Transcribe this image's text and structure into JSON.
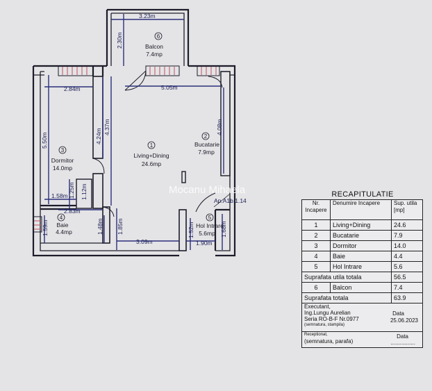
{
  "watermark": "Mocanu Mihaela",
  "rooms": {
    "balcon": {
      "num": "6",
      "name": "Balcon",
      "area": "7.4mp"
    },
    "living": {
      "num": "1",
      "name": "Living+Dining",
      "area": "24.6mp"
    },
    "bucatarie": {
      "num": "2",
      "name": "Bucatarie",
      "area": "7.9mp"
    },
    "dormitor": {
      "num": "3",
      "name": "Dormitor",
      "area": "14.0mp"
    },
    "baie": {
      "num": "4",
      "name": "Baie",
      "area": "4.4mp"
    },
    "hol": {
      "num": "5",
      "name": "Hol Intrare",
      "area": "5.6mp"
    }
  },
  "dimensions": {
    "balcon_w": "3.23m",
    "balcon_h": "2.30m",
    "dorm_w": "2.84m",
    "living_w": "5.05m",
    "dorm_h": "5.50m",
    "h_424": "4.24m",
    "h_437": "4.37m",
    "buc_h": "4.08m",
    "w_158": "1.58m",
    "h_125": "1.25m",
    "h_112": "1.12m",
    "w_283": "2.83m",
    "h_159": "1.59m",
    "h_148": "1.48m",
    "h_185": "1.85m",
    "w_309": "3.09m",
    "h_152": "1.52m",
    "w_190": "1.90m",
    "h_168": "1.68m"
  },
  "apartment_label": "Ap.A1b.1.14",
  "recap": {
    "title": "RECAPITULATIE",
    "headers": {
      "nr": "Nr. Incapere",
      "denumire": "Denumire Incapere",
      "sup": "Sup. utila [mp]"
    },
    "rows": [
      {
        "nr": "1",
        "name": "Living+Dining",
        "value": "24.6"
      },
      {
        "nr": "2",
        "name": "Bucatarie",
        "value": "7.9"
      },
      {
        "nr": "3",
        "name": "Dormitor",
        "value": "14.0"
      },
      {
        "nr": "4",
        "name": "Baie",
        "value": "4.4"
      },
      {
        "nr": "5",
        "name": "Hol Intrare",
        "value": "5.6"
      }
    ],
    "total_utila": {
      "label": "Suprafata utila totala",
      "value": "56.5"
    },
    "balcon_row": {
      "nr": "6",
      "name": "Balcon",
      "value": "7.4"
    },
    "total": {
      "label": "Suprafata totala",
      "value": "63.9"
    },
    "executant": {
      "line1": "Executant,",
      "line2": "Ing.Lungu Aurelian",
      "line3": "Seria RO-B-F Nr.0977",
      "line4": "(semnatura, stampila)",
      "data_label": "Data",
      "data_value": "25.06.2023"
    },
    "receptionat": {
      "line1": "Receptionat,",
      "line2": "(semnatura, parafa)",
      "data_label": "Data",
      "data_value": "................"
    }
  }
}
